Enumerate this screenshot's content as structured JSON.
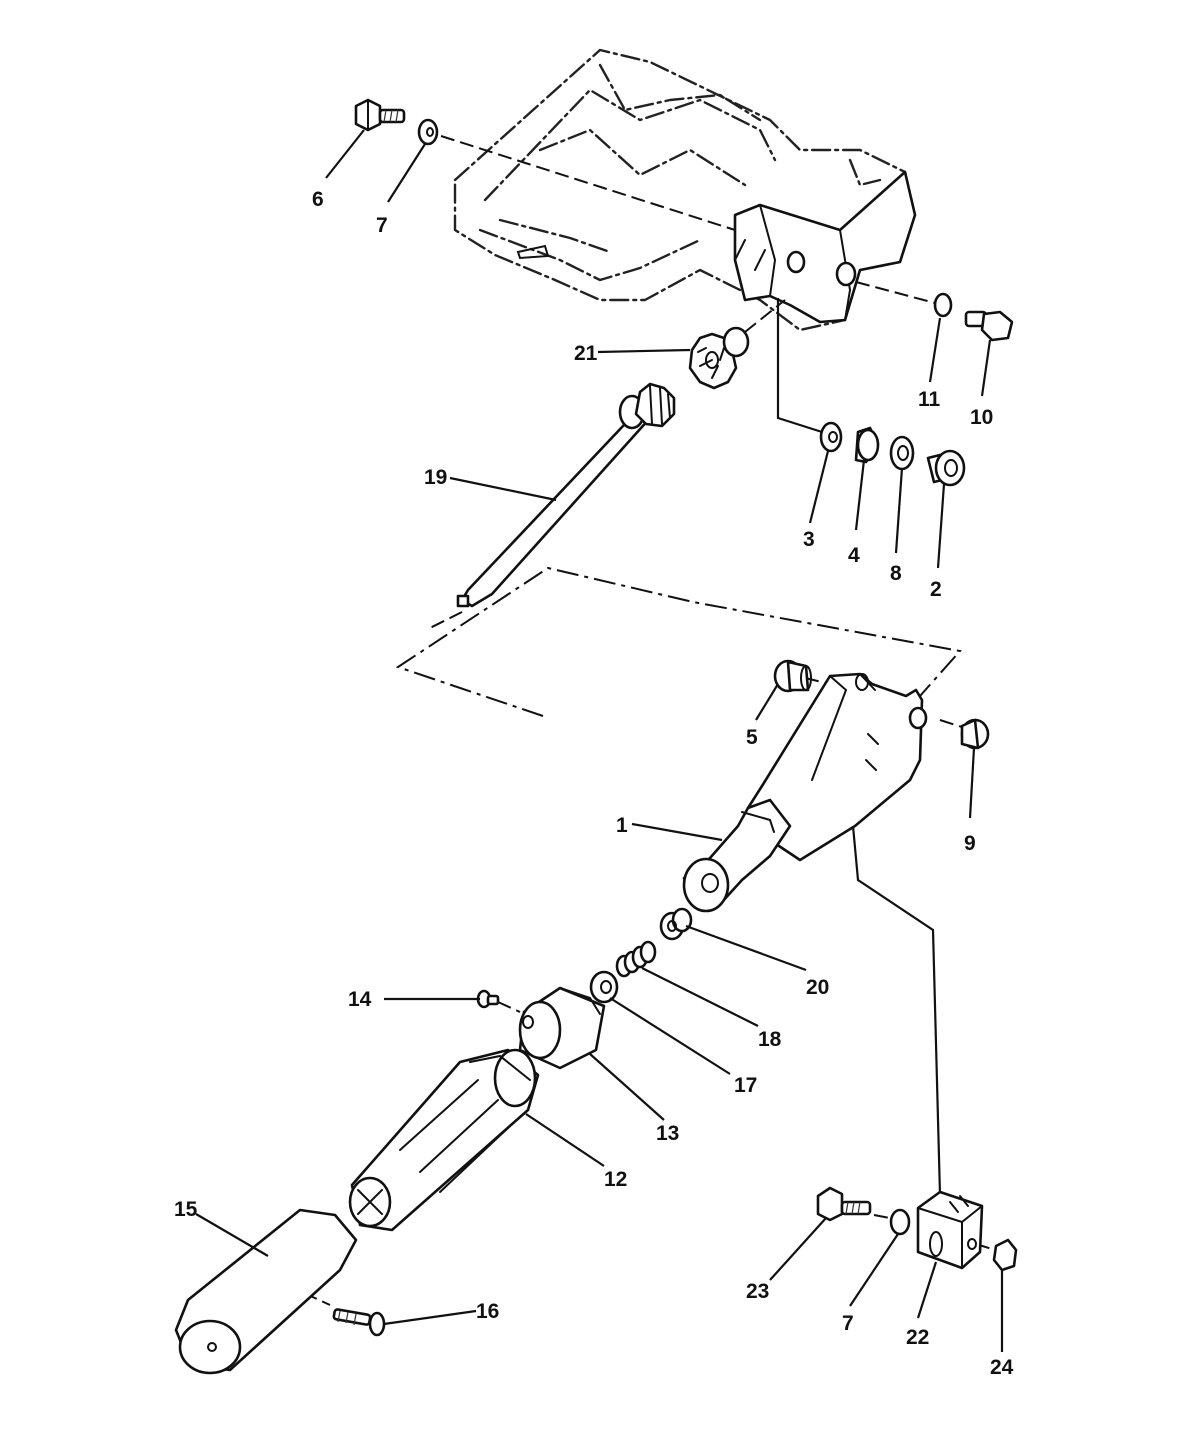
{
  "callouts": {
    "c1": "1",
    "c2": "2",
    "c3": "3",
    "c4": "4",
    "c5": "5",
    "c6": "6",
    "c7a": "7",
    "c7b": "7",
    "c8": "8",
    "c9": "9",
    "c10": "10",
    "c11": "11",
    "c12": "12",
    "c13": "13",
    "c14": "14",
    "c15": "15",
    "c16": "16",
    "c17": "17",
    "c18": "18",
    "c19": "19",
    "c20": "20",
    "c21": "21",
    "c22": "22",
    "c23": "23",
    "c24": "24"
  }
}
